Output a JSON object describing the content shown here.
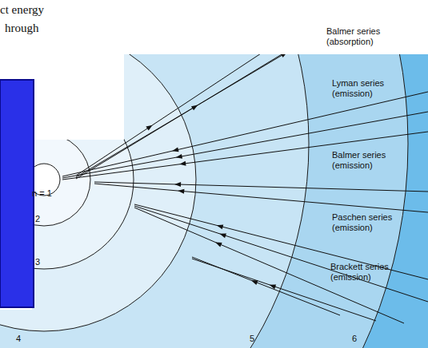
{
  "diagram": {
    "labels": [
      "ct energy",
      "hrough",
      "Balmer series (absorption)",
      "Lyman series (emission)",
      "Balmer series (emission)",
      "Paschen series (emission)",
      "Brackett series (emission)",
      "n = 1",
      "2",
      "3",
      "4",
      "5",
      "6"
    ]
  }
}
